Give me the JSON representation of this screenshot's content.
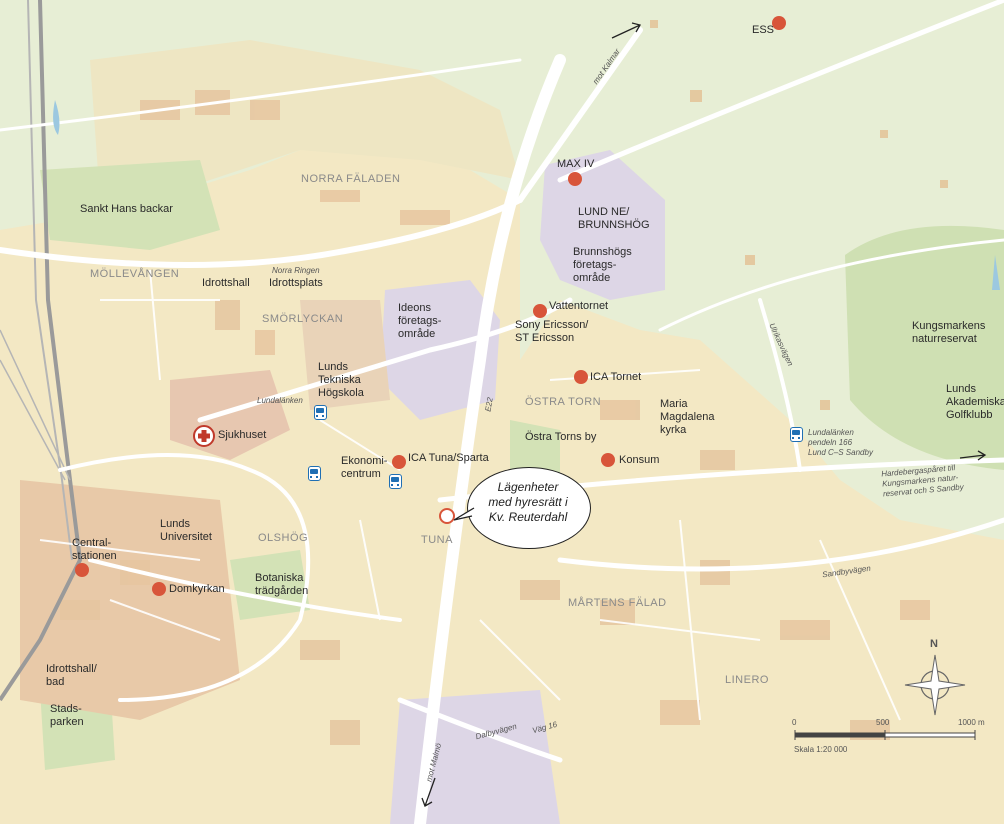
{
  "places": {
    "ess": "ESS",
    "max_iv": "MAX IV",
    "lund_ne": "LUND NE/\nBRUNNSHÖG",
    "brunnshog_foretag": "Brunnshögs\nföretags-\nområde",
    "vattentornet": "Vattentornet",
    "sony": "Sony Ericsson/\nST Ericsson",
    "ideons": "Ideons\nföretags-\nområde",
    "lth": "Lunds\nTekniska\nHögskola",
    "sankt_hans": "Sankt Hans backar",
    "idrottshall": "Idrottshall",
    "idrottsplats": "Idrottsplats",
    "sjukhuset": "Sjukhuset",
    "ekonomicentrum": "Ekonomi-\ncentrum",
    "ica_tuna": "ICA Tuna/Sparta",
    "ica_tornet": "ICA Tornet",
    "ostra_torns_by": "Östra Torns by",
    "maria": "Maria\nMagdalena\nkyrka",
    "konsum": "Konsum",
    "kungsmarkens": "Kungsmarkens\nnaturreservat",
    "golf": "Lunds\nAkademiska\nGolfklubb",
    "lunds_universitet": "Lunds\nUniversitet",
    "centralstationen": "Central-\nstationen",
    "domkyrkan": "Domkyrkan",
    "botaniska": "Botaniska\nträdgården",
    "idrottshall_bad": "Idrottshall/\nbad",
    "stadsparken": "Stads-\nparken"
  },
  "districts": {
    "norra_faladen": "NORRA FÄLADEN",
    "mollevangen": "MÖLLEVÅNGEN",
    "smorlyckan": "SMÖRLYCKAN",
    "ostra_torn": "ÖSTRA TORN",
    "olshog": "OLSHÖG",
    "tuna": "TUNA",
    "martens_falad": "MÅRTENS FÄLAD",
    "linero": "LINERO"
  },
  "roads": {
    "mot_kalmar": "mot Kalmar",
    "norra_ringen": "Norra Ringen",
    "lundalanken": "Lundalänken",
    "e22": "E22",
    "ulrikastigen": "Ulrikasvägen",
    "sandbyvagen": "Sandbyvägen",
    "mot_malmo": "mot Malmö",
    "dalbyvagen": "Dalbyvägen",
    "vag16": "Väg 16"
  },
  "annotations": {
    "lundalanken_pendeln": "Lundalänken\npendeln 166\nLund C–S Sandby",
    "hardeberga": "Hardebergaspåret till\nKungsmarkens natur-\nreservat och S Sandby"
  },
  "callout": "Lägenheter\nmed hyresrätt i\nKv. Reuterdahl",
  "compass": "N",
  "scale": {
    "ticks": [
      "0",
      "500",
      "1000 m"
    ],
    "label": "Skala 1:20 000"
  },
  "colors": {
    "poi": "#d8553a",
    "bus": "#1f6fb4",
    "park": "#cfe0b6",
    "urban": "#f6ecc8",
    "road": "#ffffff"
  },
  "icons": {
    "poi": "red-dot",
    "bus": "bus-stop-icon",
    "hospital": "red-cross-icon",
    "compass": "compass-rose-icon",
    "arrow": "direction-arrow-icon"
  }
}
